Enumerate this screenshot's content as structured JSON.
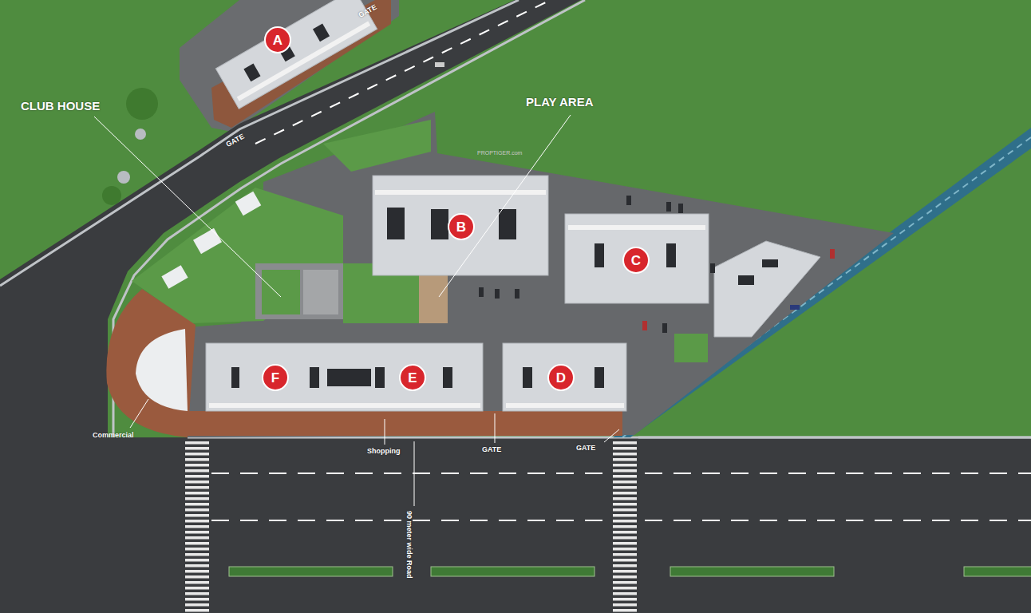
{
  "diagram": {
    "nodes": [
      {
        "text": [
          "A"
        ]
      },
      {
        "text": [
          "B"
        ]
      },
      {
        "text": [
          "C"
        ]
      },
      {
        "text": [
          "F"
        ]
      },
      {
        "text": [
          "E"
        ]
      },
      {
        "text": [
          "D"
        ]
      }
    ],
    "labels": [
      "GATE",
      "PLAY AREA",
      "CLUB HOUSE",
      "GATE",
      "PROPTIGER.com",
      "Commercial",
      "GATE",
      "Shopping",
      "GATE",
      "90 meter wide Road"
    ]
  }
}
